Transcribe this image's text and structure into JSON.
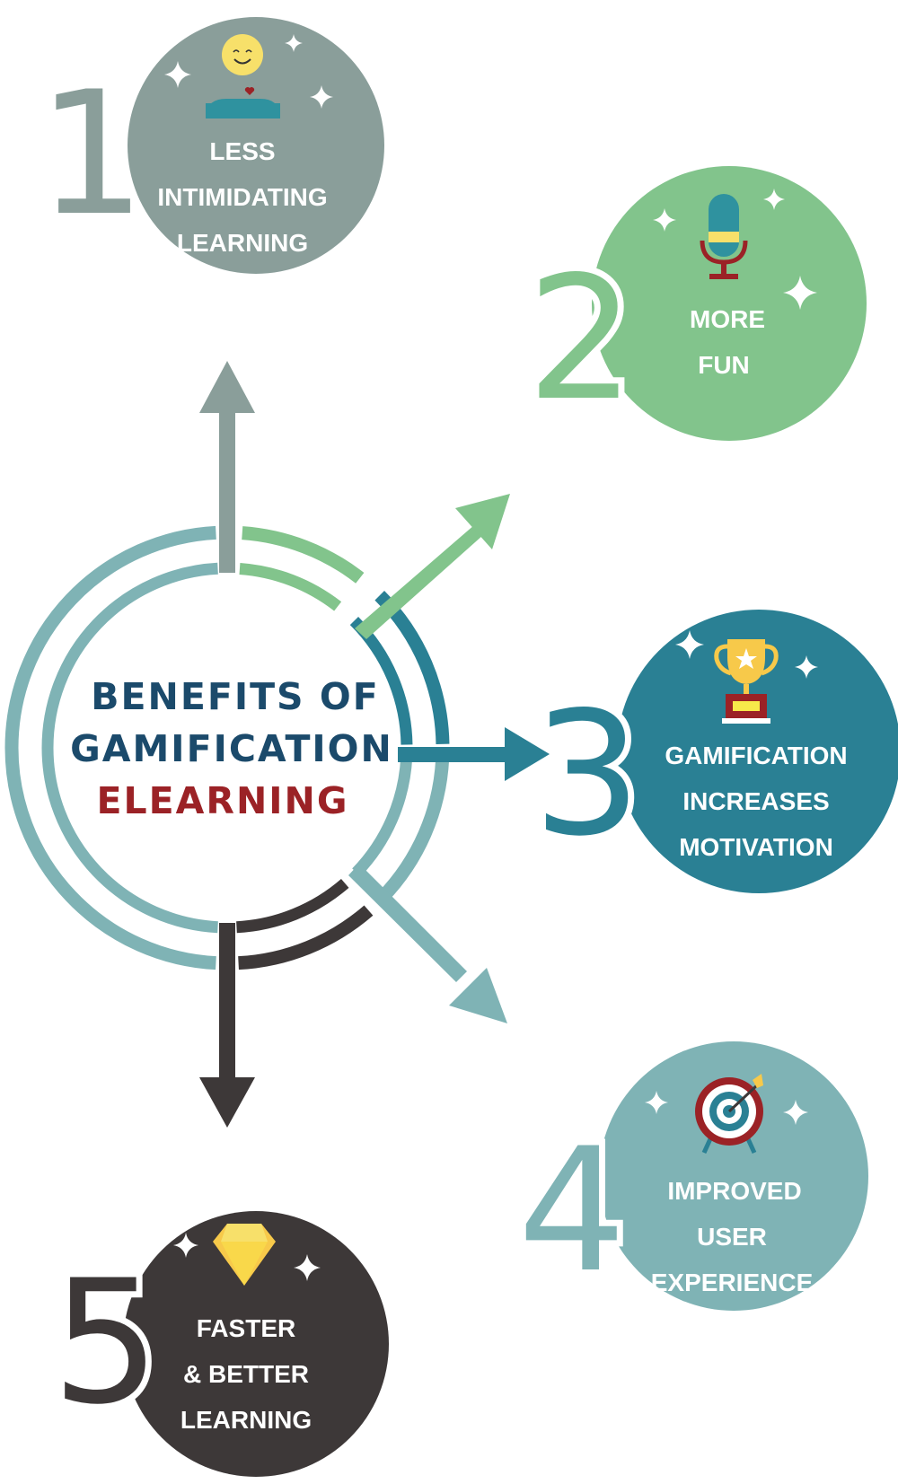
{
  "title": {
    "line1": "BENEFITS OF",
    "line2": "GAMIFICATION",
    "line3": "ELEARNING"
  },
  "colors": {
    "title_blue": "#1b4a6b",
    "title_red": "#9b2226",
    "gray": "#8a9e9a",
    "green": "#82c48c",
    "teal": "#2a8094",
    "light_teal": "#7fb3b5",
    "dark": "#3d3838"
  },
  "benefits": [
    {
      "number": "1",
      "lines": [
        "LESS",
        "INTIMIDATING",
        "LEARNING"
      ],
      "icon": "happy-person-icon"
    },
    {
      "number": "2",
      "lines": [
        "MORE",
        "FUN"
      ],
      "icon": "microphone-icon"
    },
    {
      "number": "3",
      "lines": [
        "GAMIFICATION",
        "INCREASES",
        "MOTIVATION"
      ],
      "icon": "trophy-icon"
    },
    {
      "number": "4",
      "lines": [
        "IMPROVED",
        "USER",
        "EXPERIENCE"
      ],
      "icon": "target-icon"
    },
    {
      "number": "5",
      "lines": [
        "FASTER",
        "& BETTER",
        "LEARNING"
      ],
      "icon": "diamond-icon"
    }
  ]
}
